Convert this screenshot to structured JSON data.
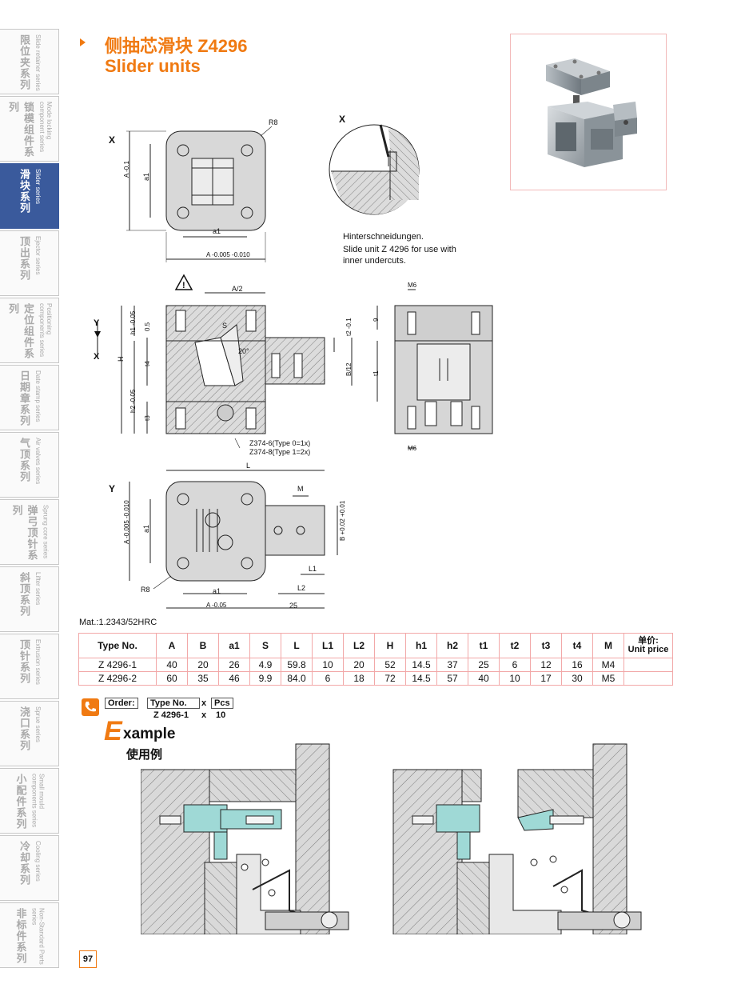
{
  "sidebar": {
    "items": [
      {
        "cn": "限位夹系列",
        "en": "Slide retainer series",
        "active": false
      },
      {
        "cn": "锁模组件系列",
        "en": "Mode locking component series",
        "active": false
      },
      {
        "cn": "滑块系列",
        "en": "Slider series",
        "active": true
      },
      {
        "cn": "顶出系列",
        "en": "Ejector series",
        "active": false
      },
      {
        "cn": "定位组件系列",
        "en": "Positioning components series",
        "active": false
      },
      {
        "cn": "日期章系列",
        "en": "Date stamp series",
        "active": false
      },
      {
        "cn": "气顶系列",
        "en": "Air valves series",
        "active": false
      },
      {
        "cn": "弹弓顶针系列",
        "en": "Sprung core series",
        "active": false
      },
      {
        "cn": "斜顶系列",
        "en": "Lifter series",
        "active": false
      },
      {
        "cn": "顶针系列",
        "en": "Extrusion series",
        "active": false
      },
      {
        "cn": "浇口系列",
        "en": "Sprue series",
        "active": false
      },
      {
        "cn": "小配件系列",
        "en": "Small mould components series",
        "active": false
      },
      {
        "cn": "冷却系列",
        "en": "Cooling series",
        "active": false
      },
      {
        "cn": "非标件系列",
        "en": "Non-Standard Parts series",
        "active": false
      }
    ]
  },
  "header": {
    "title_cn": "侧抽芯滑块 Z4296",
    "title_en": "Slider units"
  },
  "drawing": {
    "view_x": "X",
    "view_y": "Y",
    "detail_x": "X",
    "r8": "R8",
    "r8b": "R8",
    "dim_a_tol": "A -0.1",
    "dim_a1": "a1",
    "dim_a1_bottom": "a1",
    "dim_a_bottom": "A -0.005 -0.010",
    "dim_h": "H",
    "dim_h1": "h1 -0.05",
    "dim_h2": "h2 -0.05",
    "dim_05": "0.5",
    "dim_t4": "t4",
    "dim_t3": "t3",
    "dim_s": "S",
    "dim_angle": "20°",
    "dim_half": "A/2",
    "dim_t2": "t2 -0.1",
    "dim_b12": "B/12",
    "dim_m6_top": "M6",
    "dim_9": "9",
    "dim_t1": "t1",
    "dim_m6_bot": "M6",
    "callout_1": "Z374-6(Type 0=1x)",
    "callout_2": "Z374-8(Type 1=2x)",
    "dim_l": "L",
    "dim_m": "M",
    "dim_a_y": "A -0.005 -0.010",
    "dim_b_y": "B +0.02 +0.01",
    "dim_l1": "L1",
    "dim_l2": "L2",
    "dim_a1_y": "a1",
    "dim_a1_y2": "a1",
    "dim_a_y_bottom": "A -0.05",
    "dim_25": "25",
    "yx_y": "Y",
    "yx_x": "X"
  },
  "notes": {
    "undercut_de": "Hinterschneidungen.",
    "undercut_en1": "Slide unit Z 4296 for use with",
    "undercut_en2": "inner undercuts.",
    "material": "Mat.:1.2343/52HRC"
  },
  "table": {
    "headers": [
      "Type No.",
      "A",
      "B",
      "a1",
      "S",
      "L",
      "L1",
      "L2",
      "H",
      "h1",
      "h2",
      "t1",
      "t2",
      "t3",
      "t4",
      "M"
    ],
    "price_cn": "单价:",
    "price_en": "Unit price",
    "rows": [
      [
        "Z 4296-1",
        "40",
        "20",
        "26",
        "4.9",
        "59.8",
        "10",
        "20",
        "52",
        "14.5",
        "37",
        "25",
        "6",
        "12",
        "16",
        "M4"
      ],
      [
        "Z 4296-2",
        "60",
        "35",
        "46",
        "9.9",
        "84.0",
        "6",
        "18",
        "72",
        "14.5",
        "57",
        "40",
        "10",
        "17",
        "30",
        "M5"
      ]
    ]
  },
  "order": {
    "label": "Order:",
    "type_no": "Type No.",
    "x1": "x",
    "pcs": "Pcs",
    "example_type": "Z 4296-1",
    "x2": "x",
    "example_qty": "10"
  },
  "example": {
    "big_letter": "E",
    "rest": "xample",
    "cn": "使用例"
  },
  "page": {
    "number": "97"
  },
  "colors": {
    "accent": "#f07a12",
    "sidebar_active": "#3a5a9c",
    "slider_fill": "#9fd9d6",
    "table_border": "#f2a8a8"
  }
}
